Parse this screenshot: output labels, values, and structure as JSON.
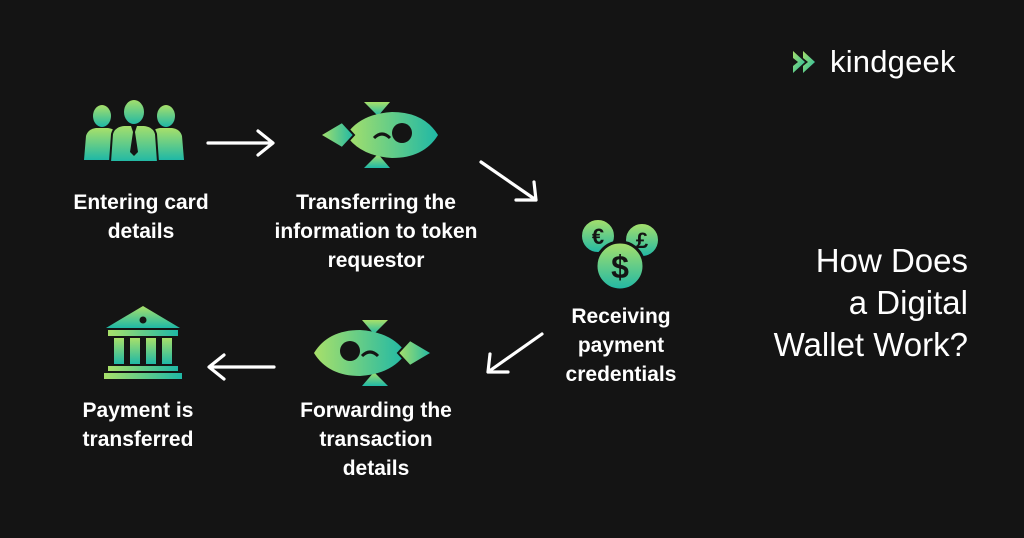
{
  "brand": {
    "name": "kindgeek"
  },
  "headline": {
    "line1": "How Does",
    "line2": "a Digital",
    "line3": "Wallet Work?"
  },
  "steps": [
    {
      "line1": "Entering card",
      "line2": "details",
      "icon": "people-group-icon"
    },
    {
      "line1": "Transferring the",
      "line2": "information to token",
      "line3": "requestor",
      "icon": "rocket-icon"
    },
    {
      "line1": "Receiving",
      "line2": "payment",
      "line3": "credentials",
      "icon": "coins-icon"
    },
    {
      "line1": "Forwarding the",
      "line2": "transaction",
      "line3": "details",
      "icon": "rocket-icon"
    },
    {
      "line1": "Payment is",
      "line2": "transferred",
      "icon": "bank-icon"
    }
  ],
  "coin_symbols": {
    "euro": "€",
    "dollar": "$",
    "pound": "£"
  },
  "colors": {
    "background": "#141414",
    "accent_green": "#3ddc84",
    "accent_teal": "#1fb8a6",
    "accent_lime": "#a8e06a",
    "text": "#ffffff"
  }
}
